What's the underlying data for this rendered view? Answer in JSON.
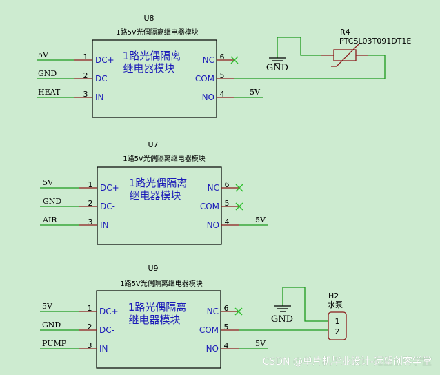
{
  "modules": [
    {
      "ref": "U8",
      "part": "1路5V光偶隔离继电器模块",
      "body_line1": "1路光偶隔离",
      "body_line2": "继电器模块",
      "pins_left": [
        {
          "num": "1",
          "name": "DC+",
          "net": "5V"
        },
        {
          "num": "2",
          "name": "DC-",
          "net": "GND"
        },
        {
          "num": "3",
          "name": "IN",
          "net": "HEAT"
        }
      ],
      "pins_right": [
        {
          "num": "6",
          "name": "NC",
          "net": ""
        },
        {
          "num": "5",
          "name": "COM",
          "net": ""
        },
        {
          "num": "4",
          "name": "NO",
          "net": "5V"
        }
      ]
    },
    {
      "ref": "U7",
      "part": "1路5V光偶隔离继电器模块",
      "body_line1": "1路光偶隔离",
      "body_line2": "继电器模块",
      "pins_left": [
        {
          "num": "1",
          "name": "DC+",
          "net": "5V"
        },
        {
          "num": "2",
          "name": "DC-",
          "net": "GND"
        },
        {
          "num": "3",
          "name": "IN",
          "net": "AIR"
        }
      ],
      "pins_right": [
        {
          "num": "6",
          "name": "NC",
          "net": ""
        },
        {
          "num": "5",
          "name": "COM",
          "net": ""
        },
        {
          "num": "4",
          "name": "NO",
          "net": "5V"
        }
      ]
    },
    {
      "ref": "U9",
      "part": "1路5V光偶隔离继电器模块",
      "body_line1": "1路光偶隔离",
      "body_line2": "继电器模块",
      "pins_left": [
        {
          "num": "1",
          "name": "DC+",
          "net": "5V"
        },
        {
          "num": "2",
          "name": "DC-",
          "net": "GND"
        },
        {
          "num": "3",
          "name": "IN",
          "net": "PUMP"
        }
      ],
      "pins_right": [
        {
          "num": "6",
          "name": "NC",
          "net": ""
        },
        {
          "num": "5",
          "name": "COM",
          "net": ""
        },
        {
          "num": "4",
          "name": "NO",
          "net": "5V"
        }
      ]
    }
  ],
  "thermistor": {
    "ref": "R4",
    "part": "PTCSL03T091DT1E"
  },
  "ground_label": "GND",
  "connector": {
    "ref": "H2",
    "name": "水泵",
    "pins": [
      "1",
      "2"
    ]
  },
  "watermark": "CSDN @单片机毕业设计-远望创客学堂",
  "colors": {
    "background": "#cdebd0",
    "wire": "#1c9a1c",
    "pin": "#8b1a1a",
    "pin_name": "#1a1ab8",
    "body_text": "#1a1ab8",
    "no_connect": "#2fbf2f",
    "outline": "#000000"
  }
}
